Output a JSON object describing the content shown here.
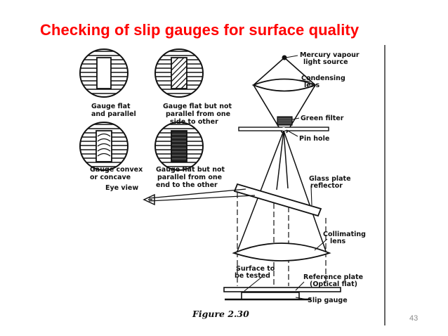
{
  "slide": {
    "title": "Checking of slip gauges for surface quality",
    "page_number": "43"
  },
  "figure": {
    "caption": "Figure 2.30",
    "patterns": [
      {
        "label_lines": [
          "Gauge flat",
          "and parallel"
        ]
      },
      {
        "label_lines": [
          "Gauge flat but not",
          "parallel from one",
          "side to other"
        ]
      },
      {
        "label_lines": [
          "Gauge convex",
          "or concave"
        ]
      },
      {
        "label_lines": [
          "Gauge flat but not",
          "parallel from one",
          "end to the other"
        ]
      }
    ],
    "labels": {
      "mercury_source": [
        "Mercury vapour",
        "light source"
      ],
      "condensing_lens": [
        "Condensing",
        "lens"
      ],
      "green_filter": "Green filter",
      "pin_hole": "Pin hole",
      "glass_plate": [
        "Glass plate",
        "reflector"
      ],
      "eye_view": "Eye view",
      "collimating_lens": [
        "Collimating",
        "lens"
      ],
      "surface_tested": [
        "Surface to",
        "be tested"
      ],
      "reference_plate": [
        "Reference plate",
        "(Optical flat)"
      ],
      "slip_gauge": "Slip gauge"
    }
  }
}
